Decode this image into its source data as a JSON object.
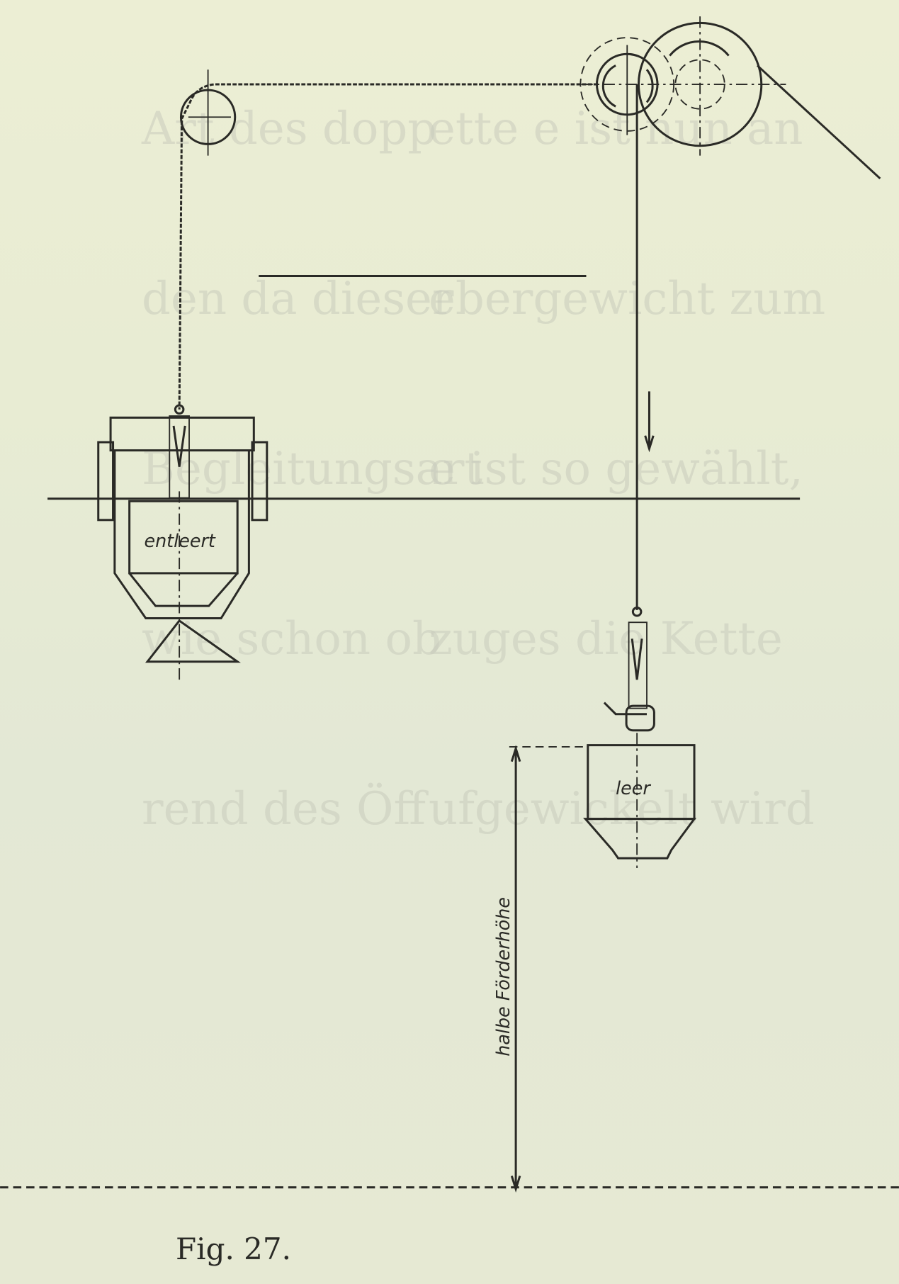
{
  "figure": {
    "caption": "Fig. 27.",
    "labels": {
      "left_bucket": "entleert",
      "right_bucket": "leer",
      "dimension": "halbe Förderhöhe"
    }
  },
  "bleed_through_text": {
    "left_column": [
      "Art des dopp",
      "den da dieser",
      "Begleitungsart",
      "wie schon ob",
      "rend des Öff"
    ],
    "right_column": [
      "ette e ist nun an",
      "ebergewicht zum",
      "e ist so gewählt,",
      "zuges die Kette",
      "ufgewickelt wird"
    ]
  },
  "colors": {
    "ink": "#2a2a26",
    "paper": "#e9ecd2"
  }
}
